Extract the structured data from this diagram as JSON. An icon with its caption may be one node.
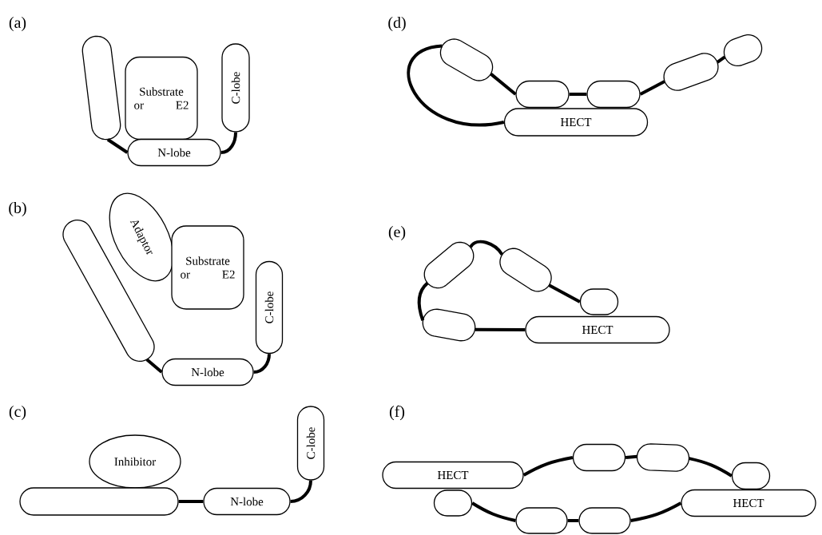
{
  "diagram": {
    "nodes": [
      {
        "text": [],
        "shape": "box"
      },
      {
        "text": [
          "Substrate or E2"
        ]
      },
      {
        "text": [
          "C-lobe"
        ]
      },
      {
        "text": [
          "N-lobe"
        ]
      },
      {
        "text": [],
        "shape": "box"
      },
      {
        "text": [
          "Adaptor"
        ]
      },
      {
        "text": [
          "Substrate or E2"
        ]
      },
      {
        "text": [
          "C-lobe"
        ]
      },
      {
        "text": [
          "N-lobe"
        ]
      },
      {
        "text": [
          "Inhibitor"
        ]
      },
      {
        "text": [],
        "shape": "box"
      },
      {
        "text": [
          "N-lobe"
        ]
      },
      {
        "text": [
          "C-lobe"
        ]
      },
      {
        "text": [],
        "shape": "box"
      },
      {
        "text": [],
        "shape": "box"
      },
      {
        "text": [],
        "shape": "box"
      },
      {
        "text": [],
        "shape": "box"
      },
      {
        "text": [],
        "shape": "box"
      },
      {
        "text": [
          "HECT"
        ]
      },
      {
        "text": [],
        "shape": "box"
      },
      {
        "text": [],
        "shape": "box"
      },
      {
        "text": [],
        "shape": "box"
      },
      {
        "text": [],
        "shape": "box"
      },
      {
        "text": [
          "HECT"
        ]
      },
      {
        "text": [
          "HECT"
        ]
      },
      {
        "text": [],
        "shape": "box"
      },
      {
        "text": [],
        "shape": "box"
      },
      {
        "text": [],
        "shape": "box"
      },
      {
        "text": [],
        "shape": "box"
      },
      {
        "text": [
          "HECT"
        ]
      },
      {
        "text": [],
        "shape": "box"
      },
      {
        "text": [],
        "shape": "box"
      }
    ],
    "edges": [
      {
        "from": 0,
        "to": 3,
        "arrow": "none"
      },
      {
        "from": 3,
        "to": 2,
        "arrow": "none"
      },
      {
        "from": 4,
        "to": 8,
        "arrow": "none"
      },
      {
        "from": 8,
        "to": 7,
        "arrow": "none"
      },
      {
        "from": 10,
        "to": 11,
        "arrow": "none"
      },
      {
        "from": 11,
        "to": 12,
        "arrow": "none"
      },
      {
        "from": 18,
        "to": 13,
        "arrow": "none"
      },
      {
        "from": 13,
        "to": 14,
        "arrow": "none"
      },
      {
        "from": 14,
        "to": 15,
        "arrow": "none"
      },
      {
        "from": 15,
        "to": 16,
        "arrow": "none"
      },
      {
        "from": 16,
        "to": 17,
        "arrow": "none"
      },
      {
        "from": 22,
        "to": 19,
        "arrow": "none"
      },
      {
        "from": 19,
        "to": 20,
        "arrow": "none"
      },
      {
        "from": 20,
        "to": 21,
        "arrow": "none"
      },
      {
        "from": 22,
        "to": 23,
        "arrow": "none"
      },
      {
        "from": 24,
        "to": 25,
        "arrow": "none"
      },
      {
        "from": 25,
        "to": 26,
        "arrow": "none"
      },
      {
        "from": 26,
        "to": 27,
        "arrow": "none"
      },
      {
        "from": 28,
        "to": 30,
        "arrow": "none"
      },
      {
        "from": 30,
        "to": 31,
        "arrow": "none"
      },
      {
        "from": 31,
        "to": 29,
        "arrow": "none"
      }
    ],
    "labels": [
      "(a)",
      "(d)",
      "(b)",
      "(e)",
      "(c)",
      "(f)"
    ]
  }
}
